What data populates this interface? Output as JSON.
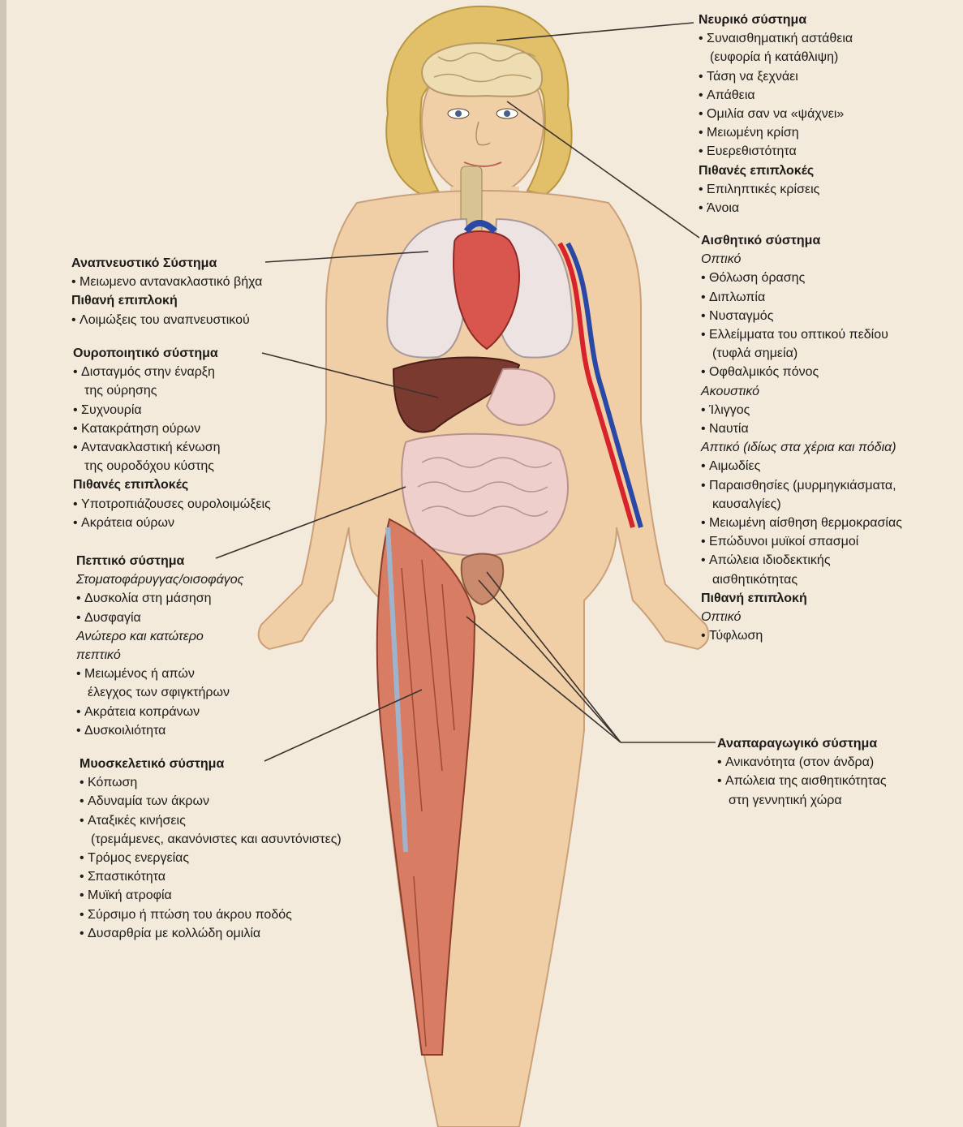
{
  "colors": {
    "page": "#f3eadb",
    "skin": "#f1cfa6",
    "hair": "#e2c06a",
    "brain": "#eedcb2",
    "lungs": "#eee3e3",
    "heart": "#d9564f",
    "liver": "#7a3a30",
    "intestine": "#efcfcb",
    "muscle": "#d97c64",
    "artery": "#d8232a",
    "vein": "#2a48a6",
    "leader_line": "#3a3430"
  },
  "nervous": {
    "title": "Νευρικό σύστημα",
    "l1": "Συναισθηματική αστάθεια",
    "l2": "(ευφορία ή κατάθλιψη)",
    "l3": "Τάση να ξεχνάει",
    "l4": "Απάθεια",
    "l5": "Ομιλία σαν να «ψάχνει»",
    "l6": "Μειωμένη κρίση",
    "l7": "Ευερεθιστότητα",
    "comp_title": "Πιθανές επιπλοκές",
    "c1": "Επιληπτικές κρίσεις",
    "c2": "Άνοια"
  },
  "sensory": {
    "title": "Αισθητικό σύστημα",
    "visual": "Οπτικό",
    "v1": "Θόλωση όρασης",
    "v2": "Διπλωπία",
    "v3": "Νυσταγμός",
    "v4": "Ελλείμματα του οπτικού πεδίου",
    "v4b": "(τυφλά σημεία)",
    "v5": "Οφθαλμικός πόνος",
    "auditory": "Ακουστικό",
    "a1": "Ίλιγγος",
    "a2": "Ναυτία",
    "tactile": "Απτικό (ιδίως στα χέρια και πόδια)",
    "t1": "Αιμωδίες",
    "t2": "Παραισθησίες (μυρμηγκιάσματα,",
    "t2b": "καυσαλγίες)",
    "t3": "Μειωμένη αίσθηση θερμοκρασίας",
    "t4": "Επώδυνοι μυϊκοί σπασμοί",
    "t5": "Απώλεια ιδιοδεκτικής",
    "t5b": "αισθητικότητας",
    "comp_title": "Πιθανή επιπλοκή",
    "comp_visual": "Οπτικό",
    "c1": "Τύφλωση"
  },
  "respiratory": {
    "title": "Αναπνευστικό Σύστημα",
    "l1": "Μειωμενο αντανακλαστικό βήχα",
    "comp_title": "Πιθανή επιπλοκή",
    "c1": "Λοιμώξεις του αναπνευστικού"
  },
  "urinary": {
    "title": "Ουροποιητικό σύστημα",
    "l1": "Δισταγμός στην έναρξη",
    "l1b": "της ούρησης",
    "l2": "Συχνουρία",
    "l3": "Κατακράτηση ούρων",
    "l4": "Αντανακλαστική κένωση",
    "l4b": "της ουροδόχου κύστης",
    "comp_title": "Πιθανές επιπλοκές",
    "c1": "Υποτροπιάζουσες ουρολοιμώξεις",
    "c2": "Ακράτεια ούρων"
  },
  "digestive": {
    "title": "Πεπτικό σύστημα",
    "upper": "Στοματοφάρυγγας/οισοφάγος",
    "u1": "Δυσκολία στη μάσηση",
    "u2": "Δυσφαγία",
    "lower": "Ανώτερο και κατώτερο",
    "lower_b": "πεπτικό",
    "w1": "Μειωμένος ή απών",
    "w1b": "έλεγχος των σφιγκτήρων",
    "w2": "Ακράτεια κοπράνων",
    "w3": "Δυσκοιλιότητα"
  },
  "musculoskeletal": {
    "title": "Μυοσκελετικό σύστημα",
    "l1": "Κόπωση",
    "l2": "Αδυναμία των άκρων",
    "l3": "Αταξικές κινήσεις",
    "l3b": "(τρεμάμενες, ακανόνιστες και ασυντόνιστες)",
    "l4": "Τρόμος ενεργείας",
    "l5": "Σπαστικότητα",
    "l6": "Μυϊκή ατροφία",
    "l7": "Σύρσιμο ή πτώση του άκρου ποδός",
    "l8": "Δυσαρθρία με κολλώδη ομιλία"
  },
  "reproductive": {
    "title": "Αναπαραγωγικό σύστημα",
    "l1": "Ανικανότητα (στον άνδρα)",
    "l2": "Απώλεια της αισθητικότητας",
    "l2b": "στη γεννητική χώρα"
  }
}
